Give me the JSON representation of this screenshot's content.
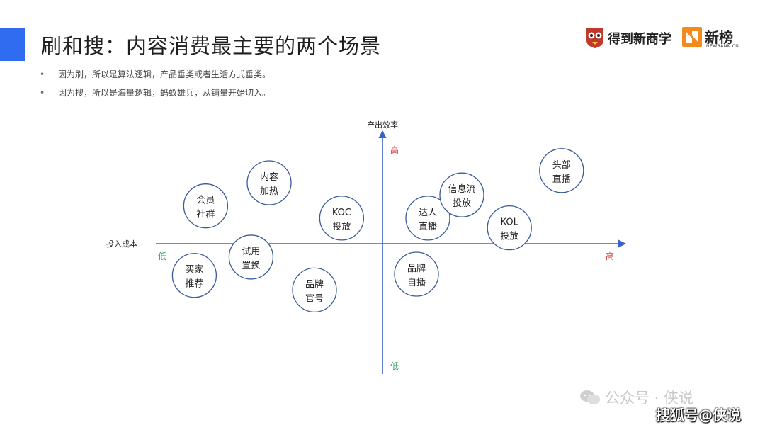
{
  "header": {
    "title": "刷和搜：内容消费最主要的两个场景",
    "accent_color": "#2f6cf0"
  },
  "bullets": [
    "因为刷，所以是算法逻辑，产品垂类或者生活方式垂类。",
    "因为搜，所以是海量逻辑，蚂蚁雄兵，从铺量开始切入。"
  ],
  "logos": {
    "dedao": "得到新商学",
    "xinbang": "新榜",
    "xinbang_sub": "NEWRANK.CN"
  },
  "chart_data": {
    "type": "scatter",
    "xlabel": "投入成本",
    "ylabel": "产出效率",
    "x_low_label": "低",
    "x_high_label": "高",
    "y_low_label": "低",
    "y_high_label": "高",
    "low_color": "#2e9e5b",
    "high_color": "#d0403c",
    "axis_color": "#3a63c8",
    "xlim": [
      -10,
      10
    ],
    "ylim": [
      -10,
      10
    ],
    "points": [
      {
        "lines": [
          "会员",
          "社群"
        ],
        "x": -7.8,
        "y": 3.1
      },
      {
        "lines": [
          "内容",
          "加热"
        ],
        "x": -5.0,
        "y": 5.0
      },
      {
        "lines": [
          "KOC",
          "投放"
        ],
        "x": -1.8,
        "y": 2.1
      },
      {
        "lines": [
          "试用",
          "置换"
        ],
        "x": -5.8,
        "y": -1.1
      },
      {
        "lines": [
          "买家",
          "推荐"
        ],
        "x": -8.3,
        "y": -2.6
      },
      {
        "lines": [
          "品牌",
          "官号"
        ],
        "x": -3.0,
        "y": -3.8
      },
      {
        "lines": [
          "达人",
          "直播"
        ],
        "x": 2.0,
        "y": 2.1
      },
      {
        "lines": [
          "信息流",
          "投放"
        ],
        "x": 3.5,
        "y": 4.0
      },
      {
        "lines": [
          "KOL",
          "投放"
        ],
        "x": 5.6,
        "y": 1.3
      },
      {
        "lines": [
          "头部",
          "直播"
        ],
        "x": 7.9,
        "y": 6.0
      },
      {
        "lines": [
          "品牌",
          "自播"
        ],
        "x": 1.5,
        "y": -2.5
      }
    ]
  },
  "watermarks": {
    "gzh": "公众号 · 侠说",
    "sohu": "搜狐号@侠说"
  }
}
